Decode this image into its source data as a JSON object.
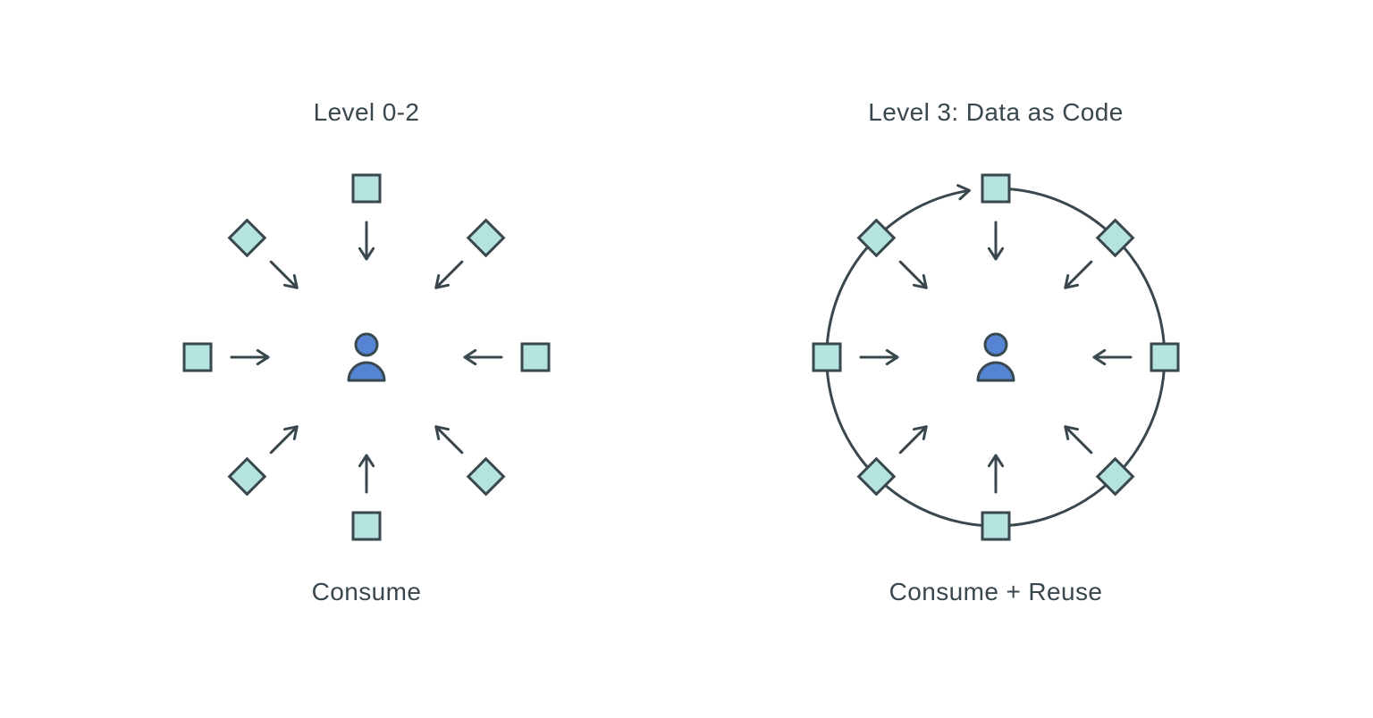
{
  "colors": {
    "ink": "#39474e",
    "node_fill": "#b5e3de",
    "person_fill": "#5584d2",
    "background": "#ffffff"
  },
  "panels": [
    {
      "title": "Level 0-2",
      "caption": "Consume",
      "ring": false,
      "center_icon": "person-icon",
      "nodes": [
        {
          "shape": "square",
          "angle": -90,
          "position": "top"
        },
        {
          "shape": "diamond",
          "angle": -45,
          "position": "top-right"
        },
        {
          "shape": "square",
          "angle": 0,
          "position": "right"
        },
        {
          "shape": "diamond",
          "angle": 45,
          "position": "bottom-right"
        },
        {
          "shape": "square",
          "angle": 90,
          "position": "bottom"
        },
        {
          "shape": "diamond",
          "angle": 135,
          "position": "bottom-left"
        },
        {
          "shape": "square",
          "angle": 180,
          "position": "left"
        },
        {
          "shape": "diamond",
          "angle": -135,
          "position": "top-left"
        }
      ]
    },
    {
      "title": "Level 3: Data as Code",
      "caption": "Consume + Reuse",
      "ring": true,
      "ring_direction": "clockwise",
      "center_icon": "person-icon",
      "nodes": [
        {
          "shape": "square",
          "angle": -90,
          "position": "top"
        },
        {
          "shape": "diamond",
          "angle": -45,
          "position": "top-right"
        },
        {
          "shape": "square",
          "angle": 0,
          "position": "right"
        },
        {
          "shape": "diamond",
          "angle": 45,
          "position": "bottom-right"
        },
        {
          "shape": "square",
          "angle": 90,
          "position": "bottom"
        },
        {
          "shape": "diamond",
          "angle": 135,
          "position": "bottom-left"
        },
        {
          "shape": "square",
          "angle": 180,
          "position": "left"
        },
        {
          "shape": "diamond",
          "angle": -135,
          "position": "top-left"
        }
      ]
    }
  ]
}
